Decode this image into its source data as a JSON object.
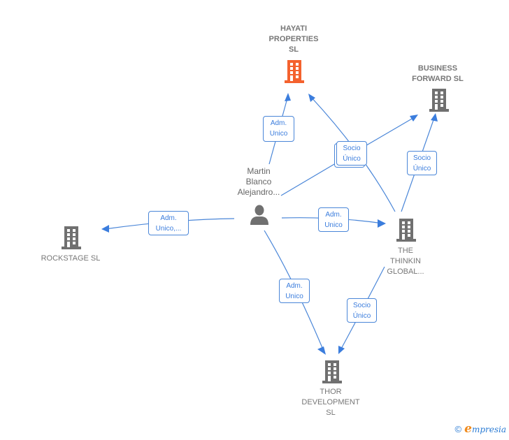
{
  "colors": {
    "edge": "#4a86d8",
    "highlight_company": "#f4622e",
    "company": "#707070",
    "person": "#707070"
  },
  "nodes": {
    "hayati": {
      "label_lines": [
        "HAYATI",
        "PROPERTIES",
        "SL"
      ],
      "icon": "building-icon",
      "highlight": true
    },
    "business_forward": {
      "label_lines": [
        "BUSINESS",
        "FORWARD SL"
      ],
      "icon": "building-icon"
    },
    "person": {
      "label_lines": [
        "Martin",
        "Blanco",
        "Alejandro..."
      ],
      "icon": "person-icon"
    },
    "rockstage": {
      "label_lines": [
        "ROCKSTAGE SL"
      ],
      "icon": "building-icon"
    },
    "thinkin": {
      "label_lines": [
        "THE",
        "THINKIN",
        "GLOBAL..."
      ],
      "icon": "building-icon"
    },
    "thor": {
      "label_lines": [
        "THOR",
        "DEVELOPMENT",
        "SL"
      ],
      "icon": "building-icon"
    }
  },
  "edges": [
    {
      "from": "person",
      "to": "hayati",
      "label_lines": [
        "Adm.",
        "Unico"
      ]
    },
    {
      "from": "person",
      "to": "business_forward",
      "label_lines": [
        "Socio",
        "Único"
      ],
      "stacked": true
    },
    {
      "from": "person",
      "to": "rockstage",
      "label_lines": [
        "Adm.",
        "Unico,..."
      ]
    },
    {
      "from": "person",
      "to": "thinkin",
      "label_lines": [
        "Adm.",
        "Unico"
      ]
    },
    {
      "from": "person",
      "to": "thor",
      "label_lines": [
        "Adm.",
        "Unico"
      ]
    },
    {
      "from": "thinkin",
      "to": "hayati",
      "label_lines": [
        "Socio",
        "Único"
      ]
    },
    {
      "from": "thinkin",
      "to": "business_forward",
      "label_lines": [
        "Socio",
        "Único"
      ]
    },
    {
      "from": "thinkin",
      "to": "thor",
      "label_lines": [
        "Socio",
        "Único"
      ]
    }
  ],
  "footer": {
    "copyright_symbol": "©",
    "brand_initial": "e",
    "brand_rest": "mpresia"
  }
}
